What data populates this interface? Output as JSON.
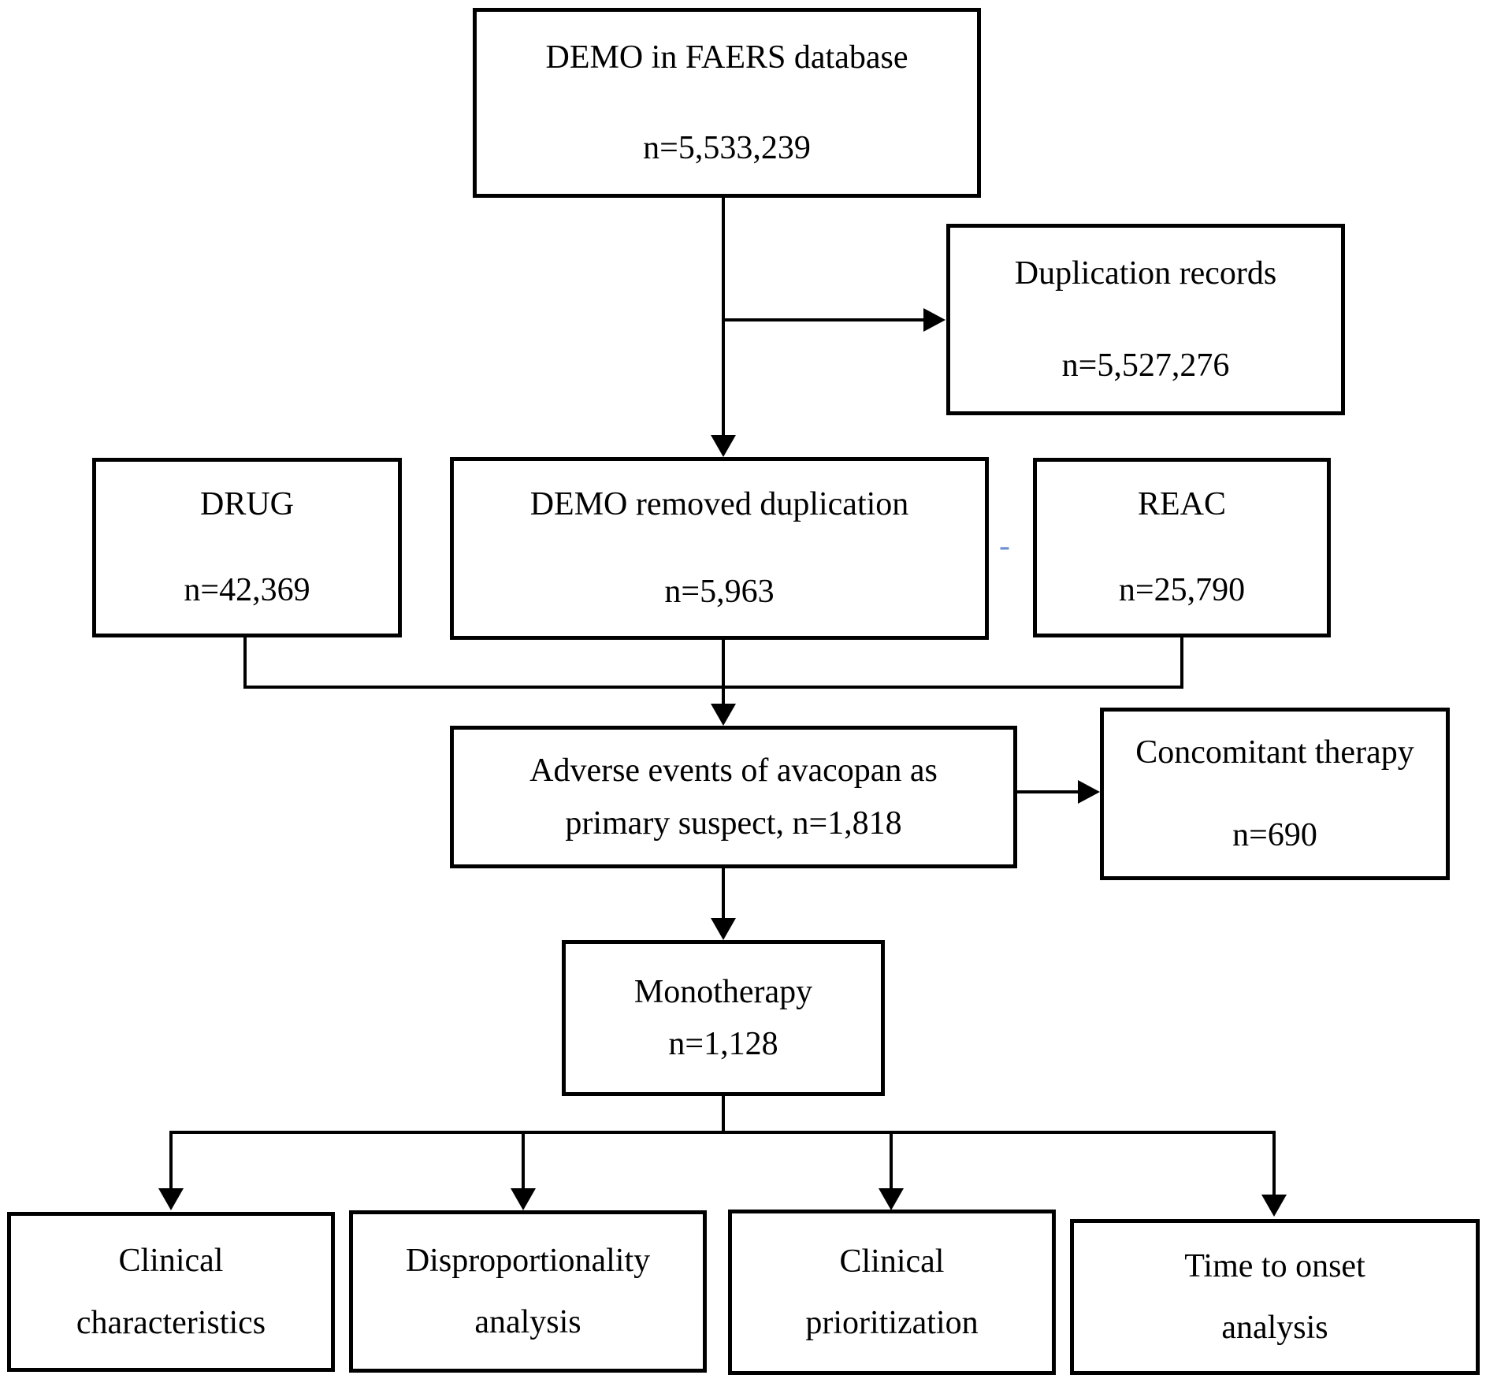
{
  "figure": {
    "type": "flowchart",
    "background_color": "#ffffff",
    "line_color": "#000000",
    "stray_mark": {
      "glyph": "-",
      "color": "#6b8fd0"
    },
    "boxes": {
      "demo_faers": {
        "line1": "DEMO in FAERS database",
        "line2": "n=5,533,239"
      },
      "duplication": {
        "line1": "Duplication records",
        "line2": "n=5,527,276"
      },
      "drug": {
        "line1": "DRUG",
        "line2": "n=42,369"
      },
      "demo_dedup": {
        "line1": "DEMO removed duplication",
        "line2": "n=5,963"
      },
      "reac": {
        "line1": "REAC",
        "line2": "n=25,790"
      },
      "adverse": {
        "line1": "Adverse events of avacopan as",
        "line2": "primary suspect, n=1,818"
      },
      "concomitant": {
        "line1": "Concomitant therapy",
        "line2": "n=690"
      },
      "monotherapy": {
        "line1": "Monotherapy",
        "line2": "n=1,128"
      },
      "clinical_characteristics": {
        "line1": "Clinical",
        "line2": "characteristics"
      },
      "disproportionality": {
        "line1": "Disproportionality",
        "line2": "analysis"
      },
      "clinical_prioritization": {
        "line1": "Clinical",
        "line2": "prioritization"
      },
      "time_to_onset": {
        "line1": "Time to onset",
        "line2": "analysis"
      }
    }
  }
}
